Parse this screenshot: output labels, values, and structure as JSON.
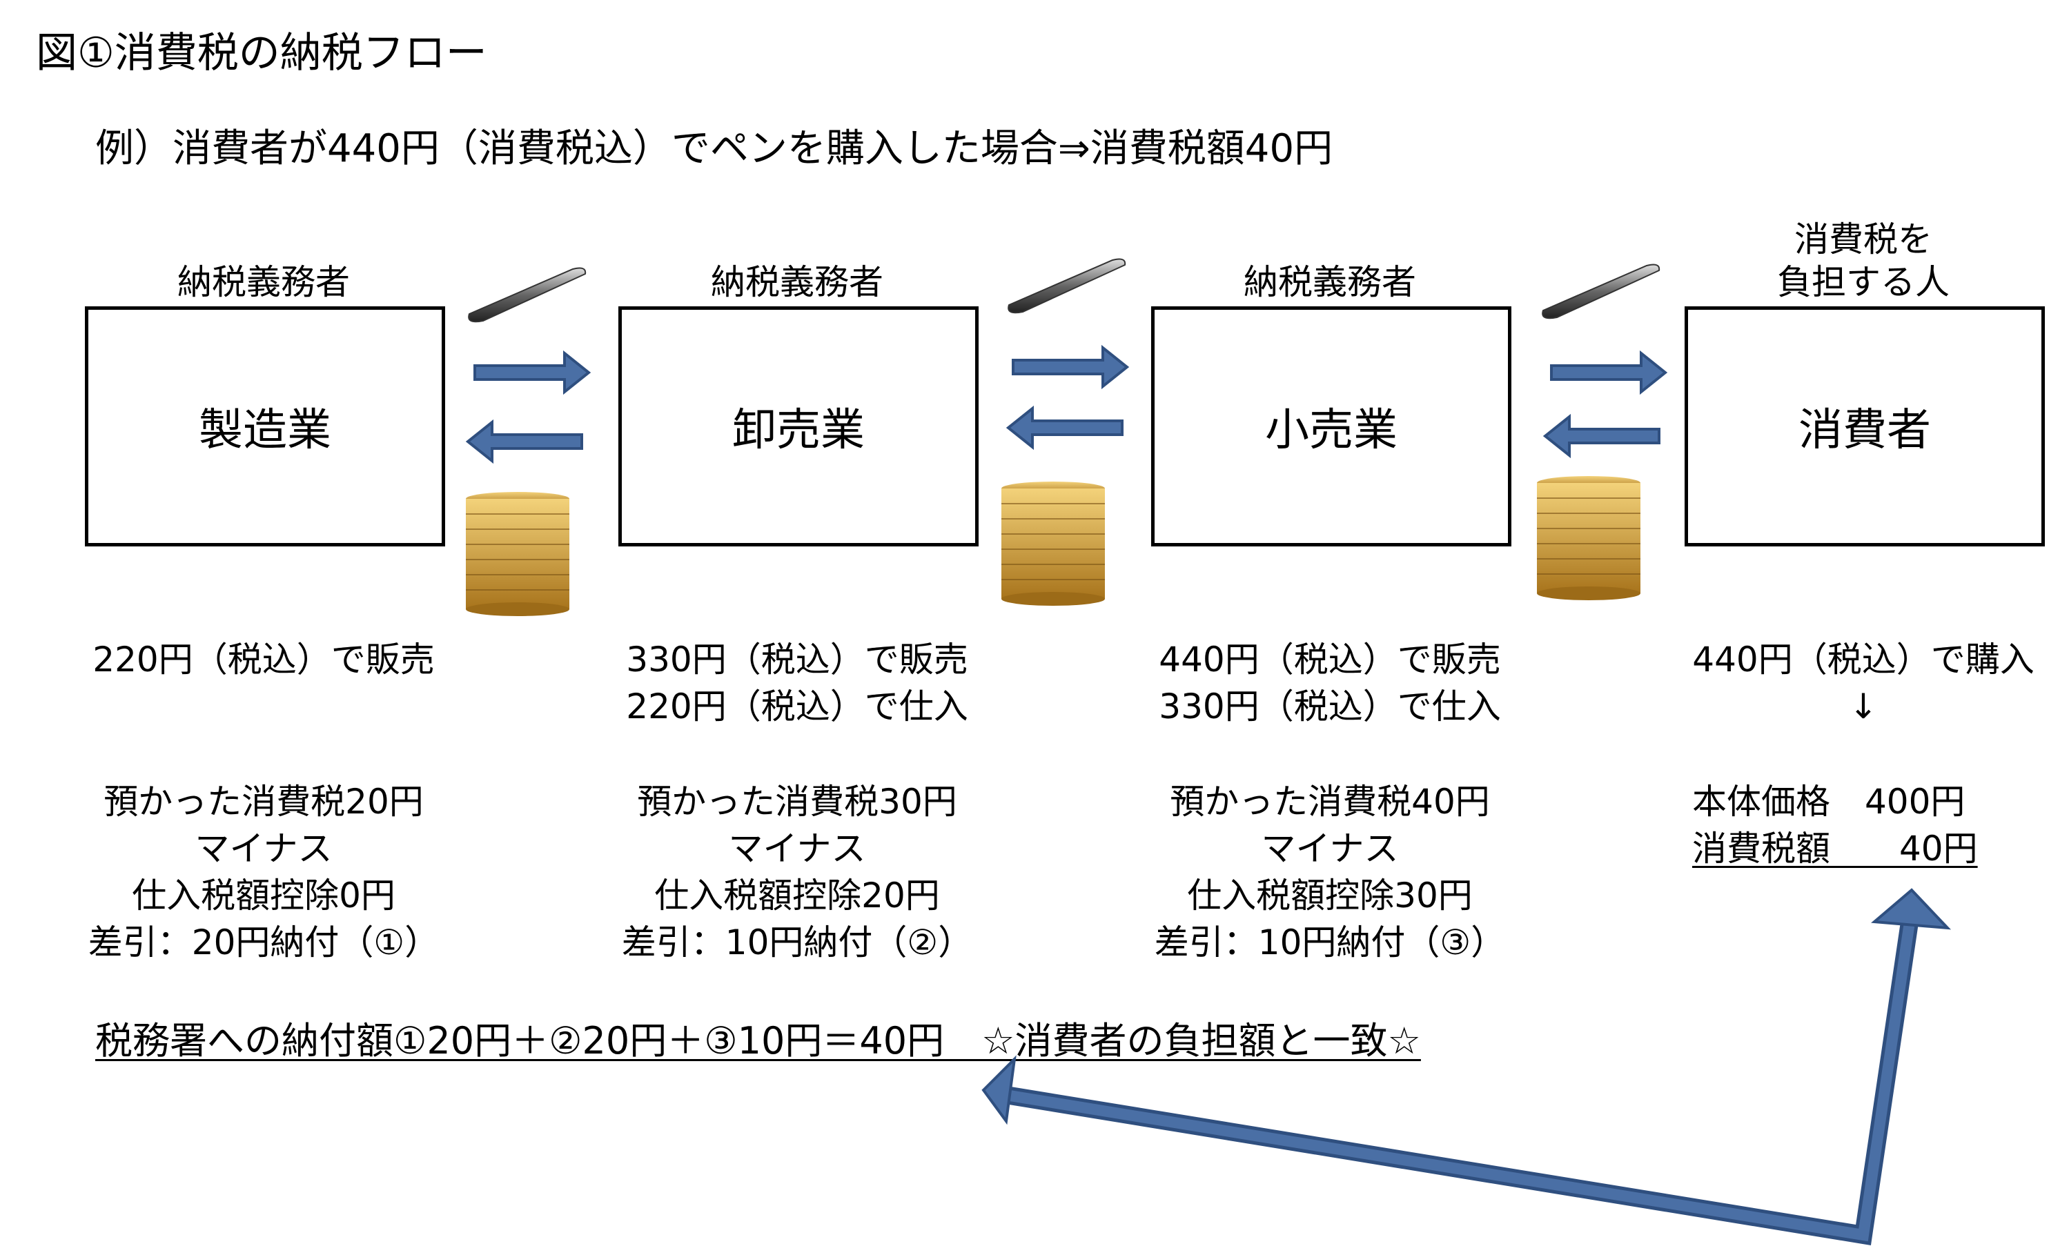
{
  "title": "図①消費税の納税フロー",
  "example": "例）消費者が440円（消費税込）でペンを購入した場合⇒消費税額40円",
  "stages": [
    {
      "role": "納税義務者",
      "name": "製造業",
      "trade": [
        "220円（税込）で販売"
      ],
      "calc": [
        "預かった消費税20円",
        "マイナス",
        "仕入税額控除0円",
        "差引：20円納付（①）"
      ]
    },
    {
      "role": "納税義務者",
      "name": "卸売業",
      "trade": [
        "330円（税込）で販売",
        "220円（税込）で仕入"
      ],
      "calc": [
        "預かった消費税30円",
        "マイナス",
        "仕入税額控除20円",
        "差引：10円納付（②）"
      ]
    },
    {
      "role": "納税義務者",
      "name": "小売業",
      "trade": [
        "440円（税込）で販売",
        "330円（税込）で仕入"
      ],
      "calc": [
        "預かった消費税40円",
        "マイナス",
        "仕入税額控除30円",
        "差引：10円納付（③）"
      ]
    },
    {
      "role_lines": [
        "消費税を",
        "負担する人"
      ],
      "name": "消費者",
      "trade": [
        "440円（税込）で購入"
      ],
      "arrow": "↓",
      "calc": [
        "本体価格　400円",
        "消費税額　　40円"
      ]
    }
  ],
  "summary": "税務署への納付額①20円＋②20円＋③10円＝40円　☆消費者の負担額と一致☆",
  "colors": {
    "arrow_fill": "#4a6fa5",
    "arrow_stroke": "#2f4f7f",
    "coin": "#d4a73a"
  }
}
